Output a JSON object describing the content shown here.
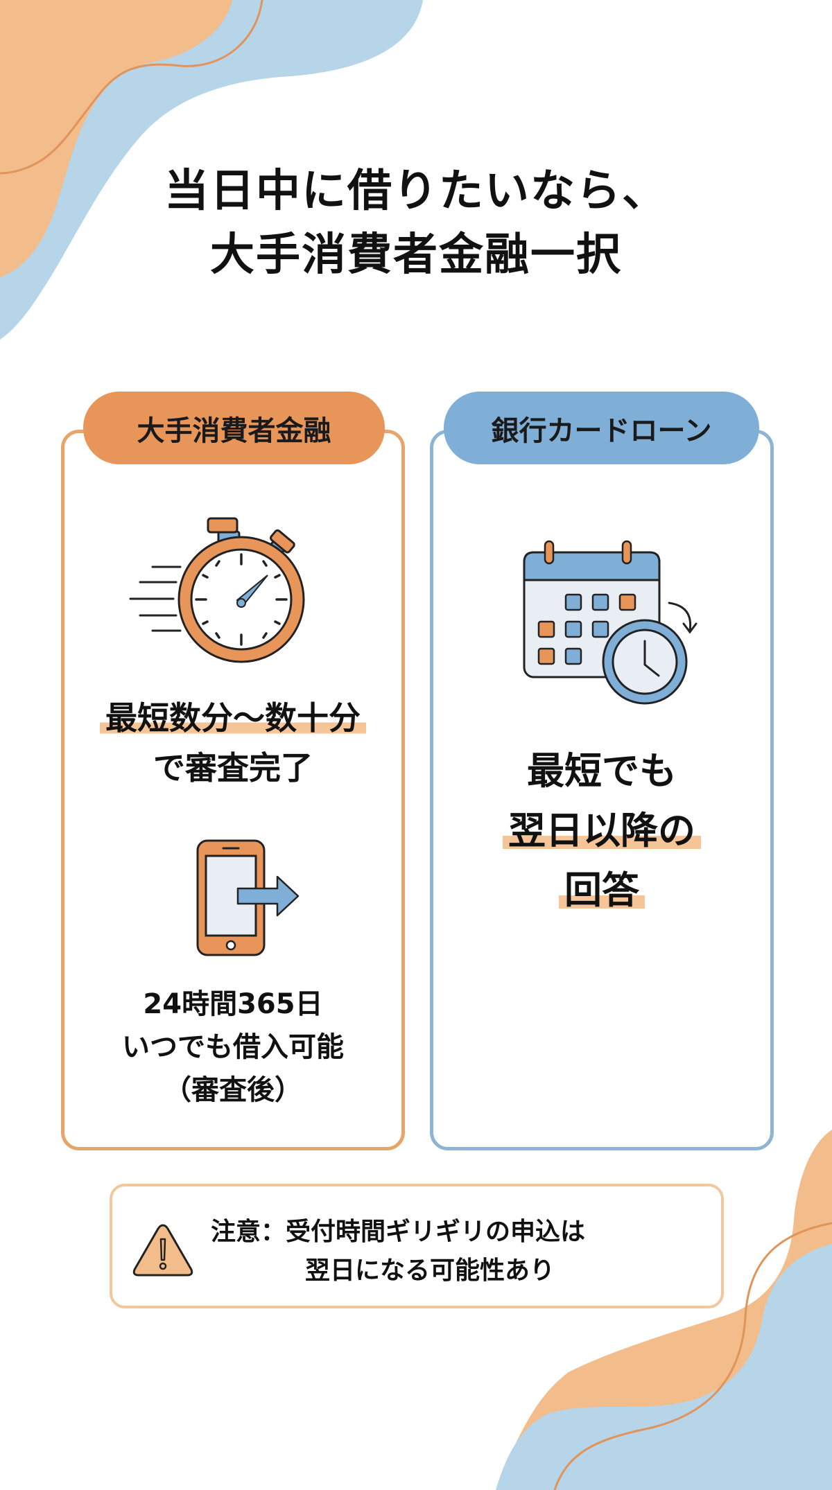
{
  "title": {
    "line1": "当日中に借りたいなら、",
    "line2": "大手消費者金融一択"
  },
  "cards": [
    {
      "label": "大手消費者金融",
      "accent": "#E8955A",
      "border": "#E8A56A",
      "icon1": "stopwatch-icon",
      "feature1": {
        "highlight": "最短数分〜数十分",
        "rest": "で審査完了"
      },
      "icon2": "smartphone-arrow-icon",
      "feature2": {
        "line1": "24時間365日",
        "line2": "いつでも借入可能",
        "line3": "（審査後）"
      }
    },
    {
      "label": "銀行カードローン",
      "accent": "#7FAFD6",
      "border": "#8DB4D3",
      "icon1": "calendar-clock-icon",
      "feature1": {
        "line1": "最短でも",
        "highlight1": "翌日以降の",
        "highlight2": "回答"
      }
    }
  ],
  "notice": {
    "icon": "warning-icon",
    "line1": "注意：受付時間ギリギリの申込は",
    "line2": "翌日になる可能性あり",
    "border": "#F1C79C"
  },
  "colors": {
    "orange": "#E8955A",
    "light_orange": "#F2BD8A",
    "blue": "#7FAFD6",
    "light_blue": "#B7D5E8",
    "highlight": "#F5C597"
  }
}
